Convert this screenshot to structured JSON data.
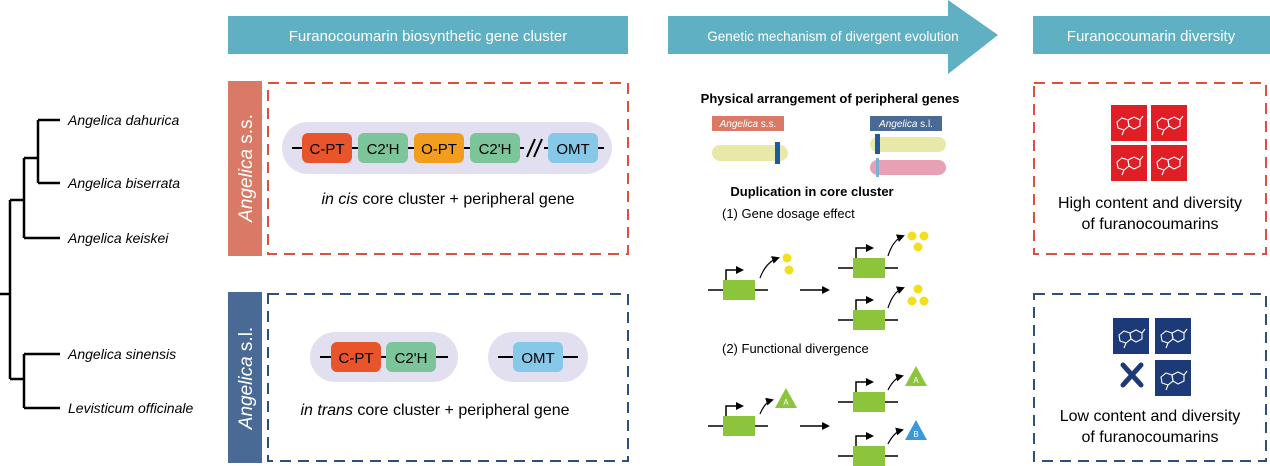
{
  "tree": {
    "taxa": [
      "Angelica dahurica",
      "Angelica biserrata",
      "Angelica keiskei",
      "Angelica sinensis",
      "Levisticum  officinale"
    ]
  },
  "headers": {
    "cluster": "Furanocoumarin biosynthetic gene cluster",
    "mechanism": "Genetic mechanism of divergent evolution",
    "diversity": "Furanocoumarin diversity"
  },
  "groups": {
    "ss": {
      "italic": "Angelica",
      "suffix": " s.s.",
      "color": "#d97a66"
    },
    "sl": {
      "italic": "Angelica",
      "suffix": " s.l.",
      "color": "#4a6a96"
    }
  },
  "cis": {
    "genes": [
      "C-PT",
      "C2'H",
      "O-PT",
      "C2'H",
      "OMT"
    ],
    "caption_italic": "in cis",
    "caption_rest": " core cluster + peripheral gene"
  },
  "trans": {
    "genes_a": [
      "C-PT",
      "C2'H"
    ],
    "genes_b": [
      "OMT"
    ],
    "caption_italic": "in trans",
    "caption_rest": " core cluster + peripheral gene"
  },
  "mechanism": {
    "physical_title": "Physical arrangement of peripheral genes",
    "ss_tag": "Angelica s.s.",
    "sl_tag": "Angelica s.l.",
    "duplication_title": "Duplication in core cluster",
    "dosage_label": "(1) Gene dosage effect",
    "functional_label": "(2) Functional divergence",
    "product_a": "A",
    "product_b": "B"
  },
  "diversity": {
    "high_line1": "High content and diversity",
    "high_line2": "of furanocoumarins",
    "low_line1": "Low content and diversity",
    "low_line2": "of furanocoumarins"
  },
  "colors": {
    "header": "#5fb0c2",
    "red_dash": "#d9533a",
    "blue_dash": "#2f4f7f",
    "cpt": "#e8552a",
    "c2h": "#7cc49a",
    "opt": "#f29d1e",
    "omt": "#86c8e8",
    "pill": "#e2e0f0",
    "gene_box": "#8cc43c",
    "dot": "#f2e020",
    "tri_a": "#8cc43c",
    "tri_b": "#3a9ad9",
    "mol_red": "#e01e26",
    "mol_blue": "#1d3a78"
  }
}
